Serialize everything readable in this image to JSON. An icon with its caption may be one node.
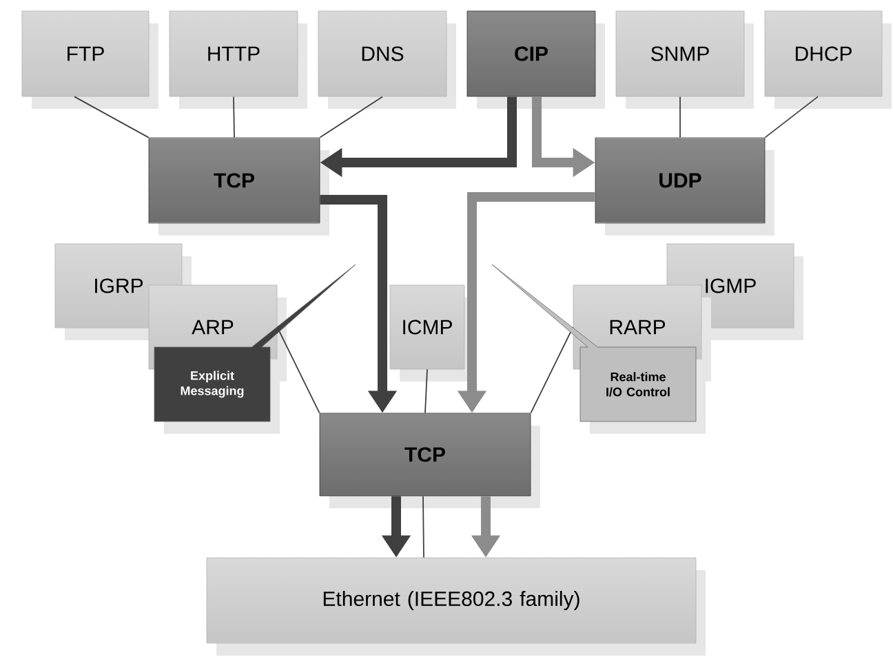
{
  "diagram": {
    "nodes": [
      {
        "text": [
          "FTP"
        ]
      },
      {
        "text": [
          "HTTP"
        ]
      },
      {
        "text": [
          "DNS"
        ]
      },
      {
        "text": [
          "CIP"
        ]
      },
      {
        "text": [
          "SNMP"
        ]
      },
      {
        "text": [
          "DHCP"
        ]
      },
      {
        "text": [
          "TCP"
        ]
      },
      {
        "text": [
          "UDP"
        ]
      },
      {
        "text": [
          "IGRP"
        ]
      },
      {
        "text": [
          "IGMP"
        ]
      },
      {
        "text": [
          "ARP"
        ]
      },
      {
        "text": [
          "ICMP"
        ]
      },
      {
        "text": [
          "RARP"
        ]
      },
      {
        "text": [
          "Explicit Messaging"
        ]
      },
      {
        "text": [
          "Real-time I/O Control"
        ]
      },
      {
        "text": [
          "TCP"
        ]
      },
      {
        "text": [
          "Ethernet (IEEE802.3 family)"
        ]
      }
    ],
    "edges": [
      {
        "from": 0,
        "to": 6,
        "arrow": "none"
      },
      {
        "from": 1,
        "to": 6,
        "arrow": "none"
      },
      {
        "from": 2,
        "to": 6,
        "arrow": "none"
      },
      {
        "from": 4,
        "to": 7,
        "arrow": "none"
      },
      {
        "from": 5,
        "to": 7,
        "arrow": "none"
      },
      {
        "from": 3,
        "to": 6,
        "arrow": "to",
        "style": "thick",
        "color": "#404040"
      },
      {
        "from": 3,
        "to": 7,
        "arrow": "to",
        "style": "thick",
        "color": "#8c8c8c"
      },
      {
        "from": 6,
        "to": 15,
        "arrow": "to",
        "style": "thick",
        "color": "#404040"
      },
      {
        "from": 7,
        "to": 15,
        "arrow": "to",
        "style": "thick",
        "color": "#8c8c8c"
      },
      {
        "from": 10,
        "to": 15,
        "arrow": "none"
      },
      {
        "from": 11,
        "to": 15,
        "arrow": "none"
      },
      {
        "from": 12,
        "to": 15,
        "arrow": "none"
      },
      {
        "from": 15,
        "to": 16,
        "arrow": "to",
        "style": "thick",
        "color": "#404040"
      },
      {
        "from": 15,
        "to": 16,
        "arrow": "to",
        "style": "thick",
        "color": "#8c8c8c"
      },
      {
        "from": 15,
        "to": 16,
        "arrow": "none"
      }
    ]
  }
}
